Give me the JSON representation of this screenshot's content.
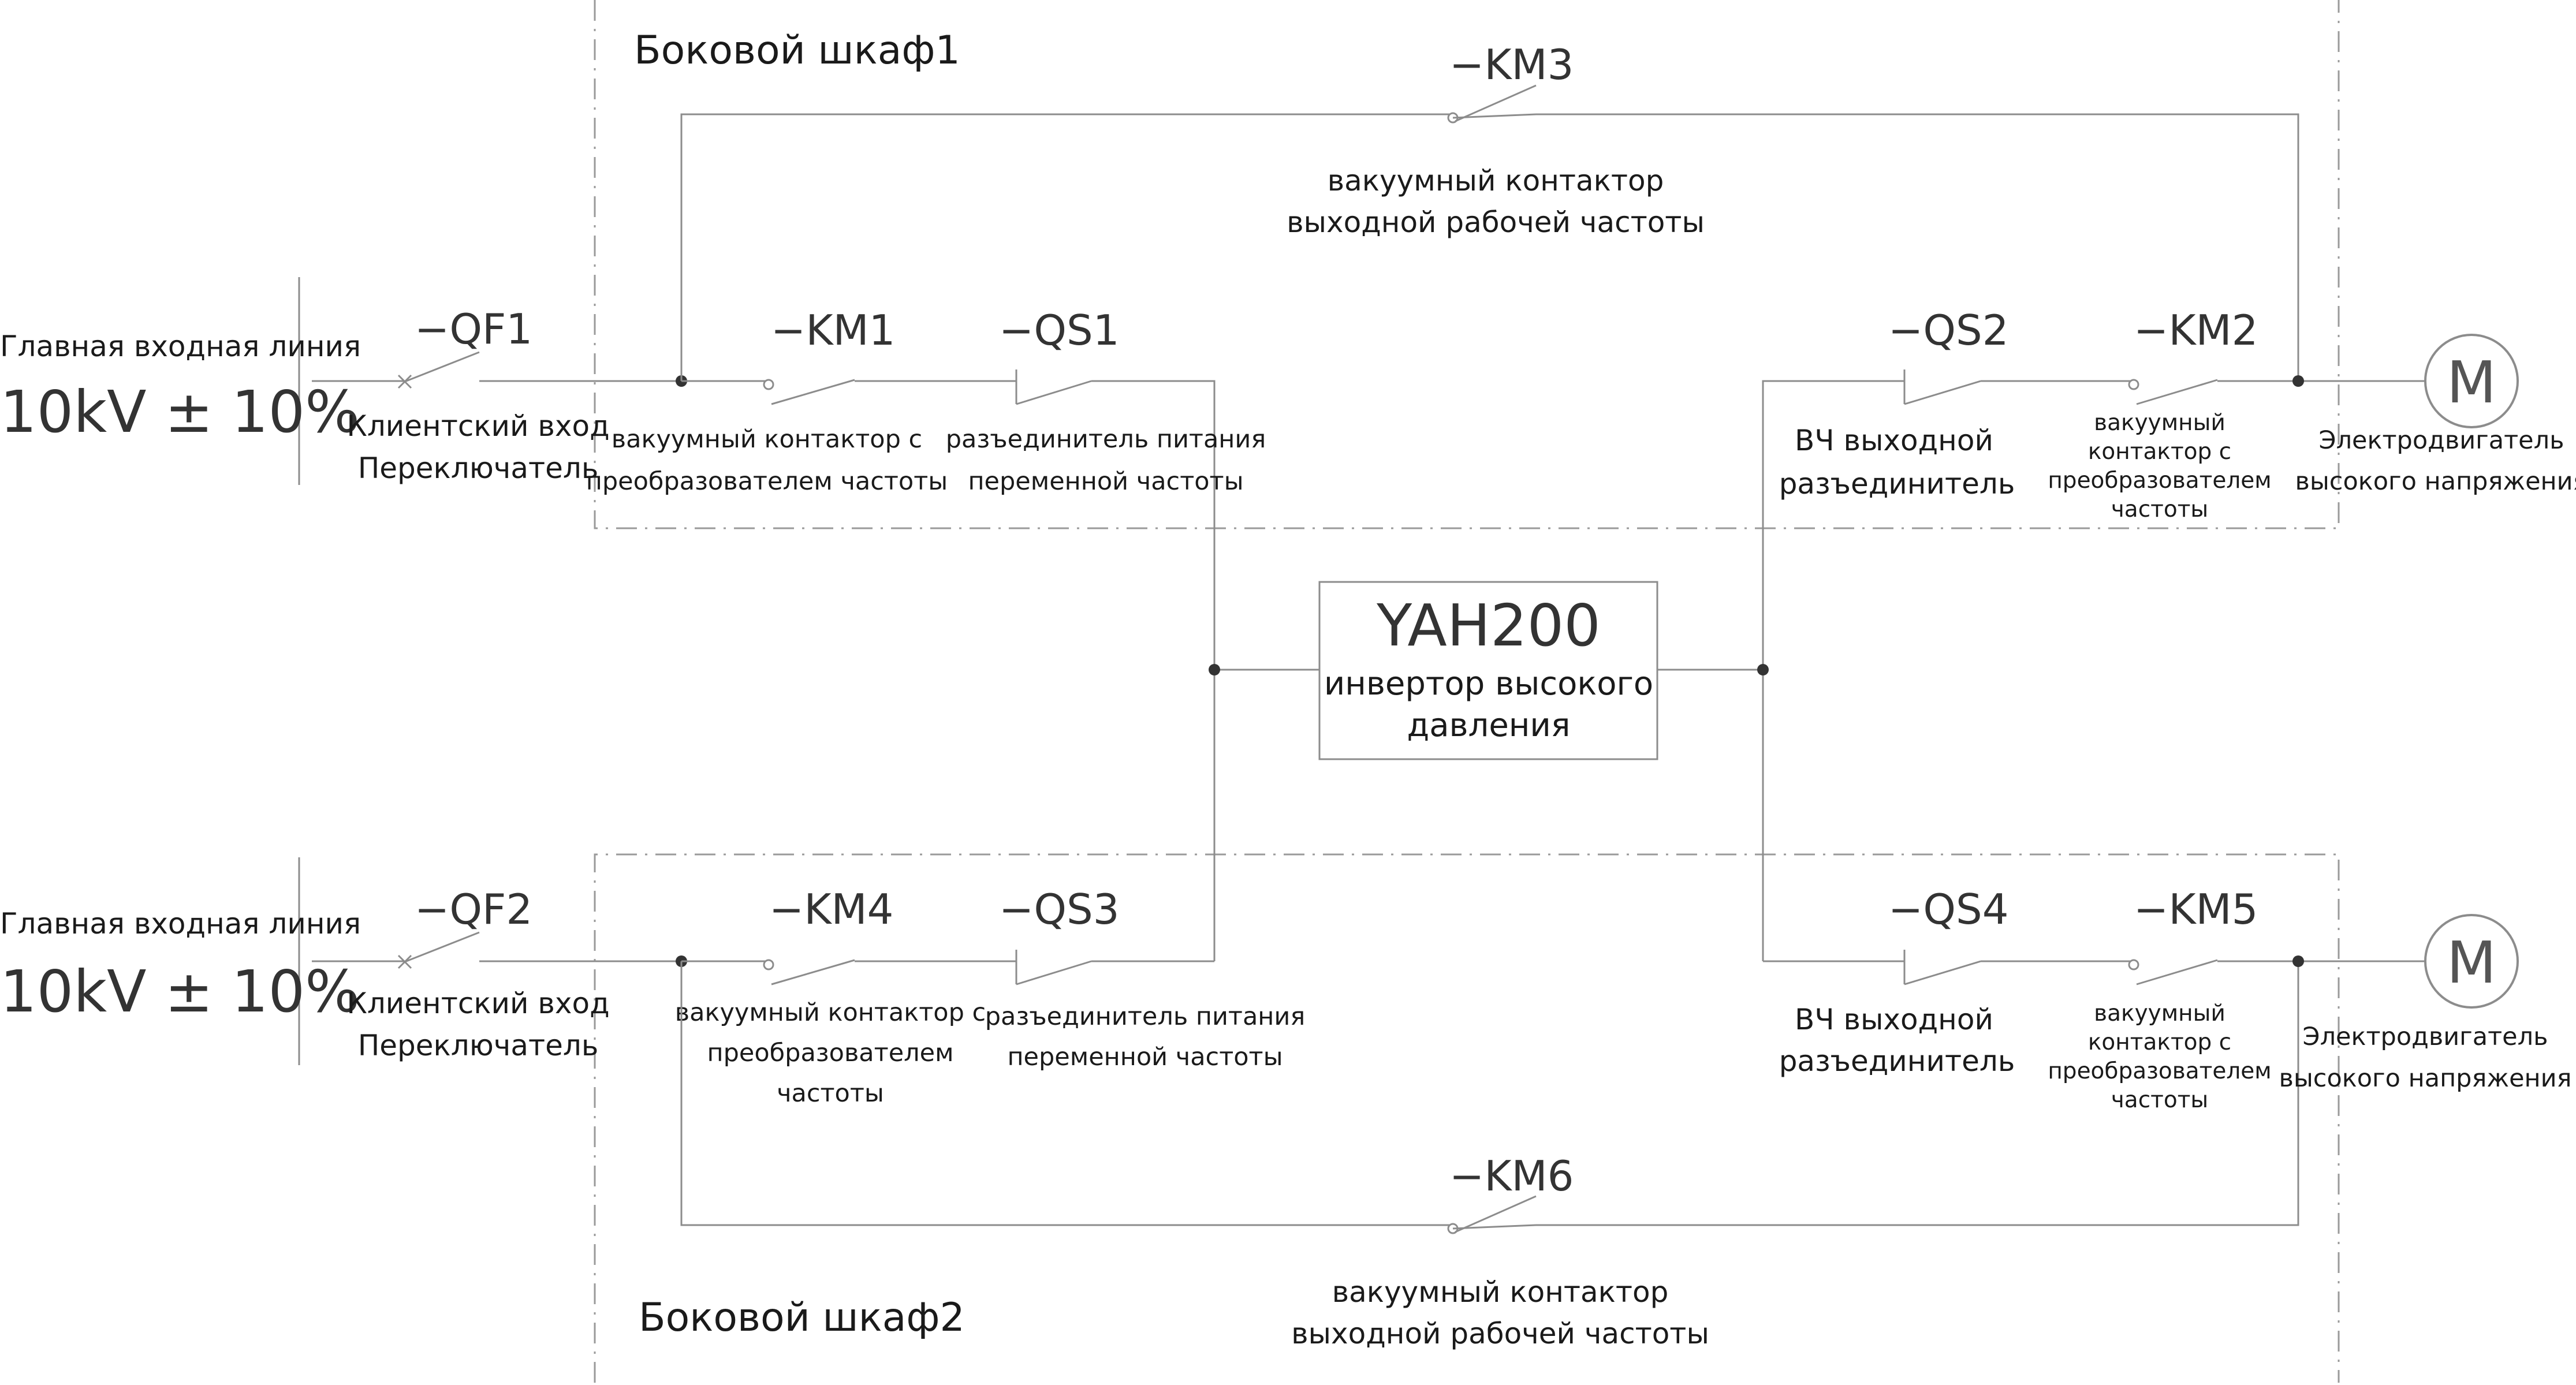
{
  "cabinets": {
    "top": "Боковой шкаф1",
    "bottom": "Боковой шкаф2"
  },
  "incoming": {
    "top": {
      "line_label": "Главная входная линия",
      "voltage": "10kV ± 10%",
      "switch_tag": "−QF1",
      "switch_label_1": "Клиентский вход",
      "switch_label_2": "Переключатель"
    },
    "bottom": {
      "line_label": "Главная входная линия",
      "voltage": "10kV ± 10%",
      "switch_tag": "−QF2",
      "switch_label_1": "Клиентский вход",
      "switch_label_2": "Переключатель"
    }
  },
  "contacts": {
    "km1": {
      "tag": "−KM1",
      "label_1": "вакуумный контактор с",
      "label_2": "преобразователем частоты"
    },
    "qs1": {
      "tag": "−QS1",
      "label_1": "разъединитель питания",
      "label_2": "переменной частоты"
    },
    "km3": {
      "tag": "−KM3",
      "label_1": "вакуумный контактор",
      "label_2": "выходной рабочей частоты"
    },
    "qs2": {
      "tag": "−QS2",
      "label_1": "ВЧ выходной",
      "label_2": "разъединитель"
    },
    "km2": {
      "tag": "−KM2",
      "label_1": "вакуумный",
      "label_2": "контактор с",
      "label_3": "преобразователем",
      "label_4": "частоты"
    },
    "km4": {
      "tag": "−KM4",
      "label_1": "вакуумный контактор с",
      "label_2": "преобразователем",
      "label_3": "частоты"
    },
    "qs3": {
      "tag": "−QS3",
      "label_1": "разъединитель питания",
      "label_2": "переменной частоты"
    },
    "km6": {
      "tag": "−KM6",
      "label_1": "вакуумный контактор",
      "label_2": "выходной рабочей частоты"
    },
    "qs4": {
      "tag": "−QS4",
      "label_1": "ВЧ выходной",
      "label_2": "разъединитель"
    },
    "km5": {
      "tag": "−KM5",
      "label_1": "вакуумный",
      "label_2": "контактор с",
      "label_3": "преобразователем",
      "label_4": "частоты"
    }
  },
  "inverter": {
    "model": "YAH200",
    "label_1": "инвертор высокого",
    "label_2": "давления"
  },
  "motors": {
    "top": {
      "symbol": "M",
      "label_1": "Электродвигатель",
      "label_2": "высокого напряжения"
    },
    "bottom": {
      "symbol": "M",
      "label_1": "Электродвигатель",
      "label_2": "высокого напряжения"
    }
  }
}
